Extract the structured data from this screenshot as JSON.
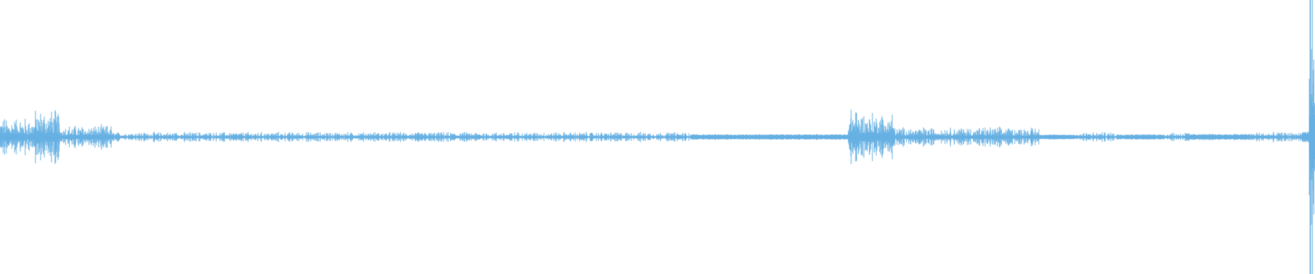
{
  "waveform": {
    "color": "#62aee2",
    "background": "#ffffff",
    "segments": [
      {
        "from": 0.0,
        "to": 0.026,
        "amp": 0.1,
        "bursty": true
      },
      {
        "from": 0.026,
        "to": 0.045,
        "amp": 0.14,
        "bursty": true
      },
      {
        "from": 0.045,
        "to": 0.085,
        "amp": 0.06,
        "bursty": true
      },
      {
        "from": 0.085,
        "to": 0.525,
        "amp": 0.025,
        "bursty": true
      },
      {
        "from": 0.525,
        "to": 0.645,
        "amp": 0.02,
        "bursty": false
      },
      {
        "from": 0.645,
        "to": 0.652,
        "amp": 0.18,
        "bursty": true
      },
      {
        "from": 0.652,
        "to": 0.68,
        "amp": 0.13,
        "bursty": true
      },
      {
        "from": 0.68,
        "to": 0.79,
        "amp": 0.05,
        "bursty": true
      },
      {
        "from": 0.79,
        "to": 0.82,
        "amp": 0.018,
        "bursty": false
      },
      {
        "from": 0.82,
        "to": 0.85,
        "amp": 0.025,
        "bursty": true
      },
      {
        "from": 0.85,
        "to": 0.885,
        "amp": 0.02,
        "bursty": false
      },
      {
        "from": 0.885,
        "to": 0.905,
        "amp": 0.025,
        "bursty": true
      },
      {
        "from": 0.905,
        "to": 0.95,
        "amp": 0.022,
        "bursty": false
      },
      {
        "from": 0.95,
        "to": 0.99,
        "amp": 0.025,
        "bursty": true
      },
      {
        "from": 0.99,
        "to": 0.9955,
        "amp": 0.04,
        "bursty": false
      },
      {
        "from": 0.9955,
        "to": 1.0,
        "amp": 0.85,
        "bursty": true
      }
    ]
  }
}
